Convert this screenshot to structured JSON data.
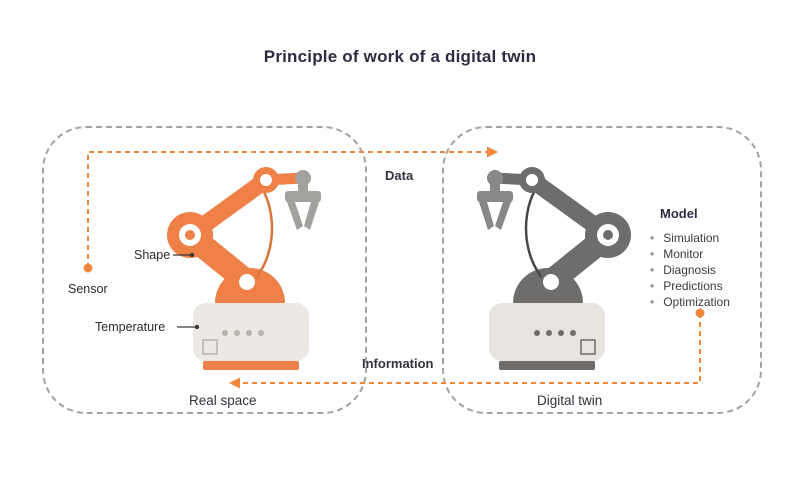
{
  "title": "Principle of work of a digital twin",
  "real_space": {
    "caption": "Real space",
    "sensor_label": "Sensor",
    "shape_label": "Shape",
    "temperature_label": "Temperature"
  },
  "digital_twin": {
    "caption": "Digital twin",
    "model_heading": "Model",
    "model_items": [
      "Simulation",
      "Monitor",
      "Diagnosis",
      "Predictions",
      "Optimization"
    ]
  },
  "flows": {
    "data_label": "Data",
    "information_label": "Information"
  },
  "colors": {
    "accent_orange": "#F0873C",
    "robot_orange": "#EE8048",
    "robot_gray": "#6F6D6B",
    "base_gray": "#ECE9E5",
    "dashed_border": "#A5A29F",
    "title_text": "#2E2C44",
    "label_text": "#2B2B33"
  }
}
